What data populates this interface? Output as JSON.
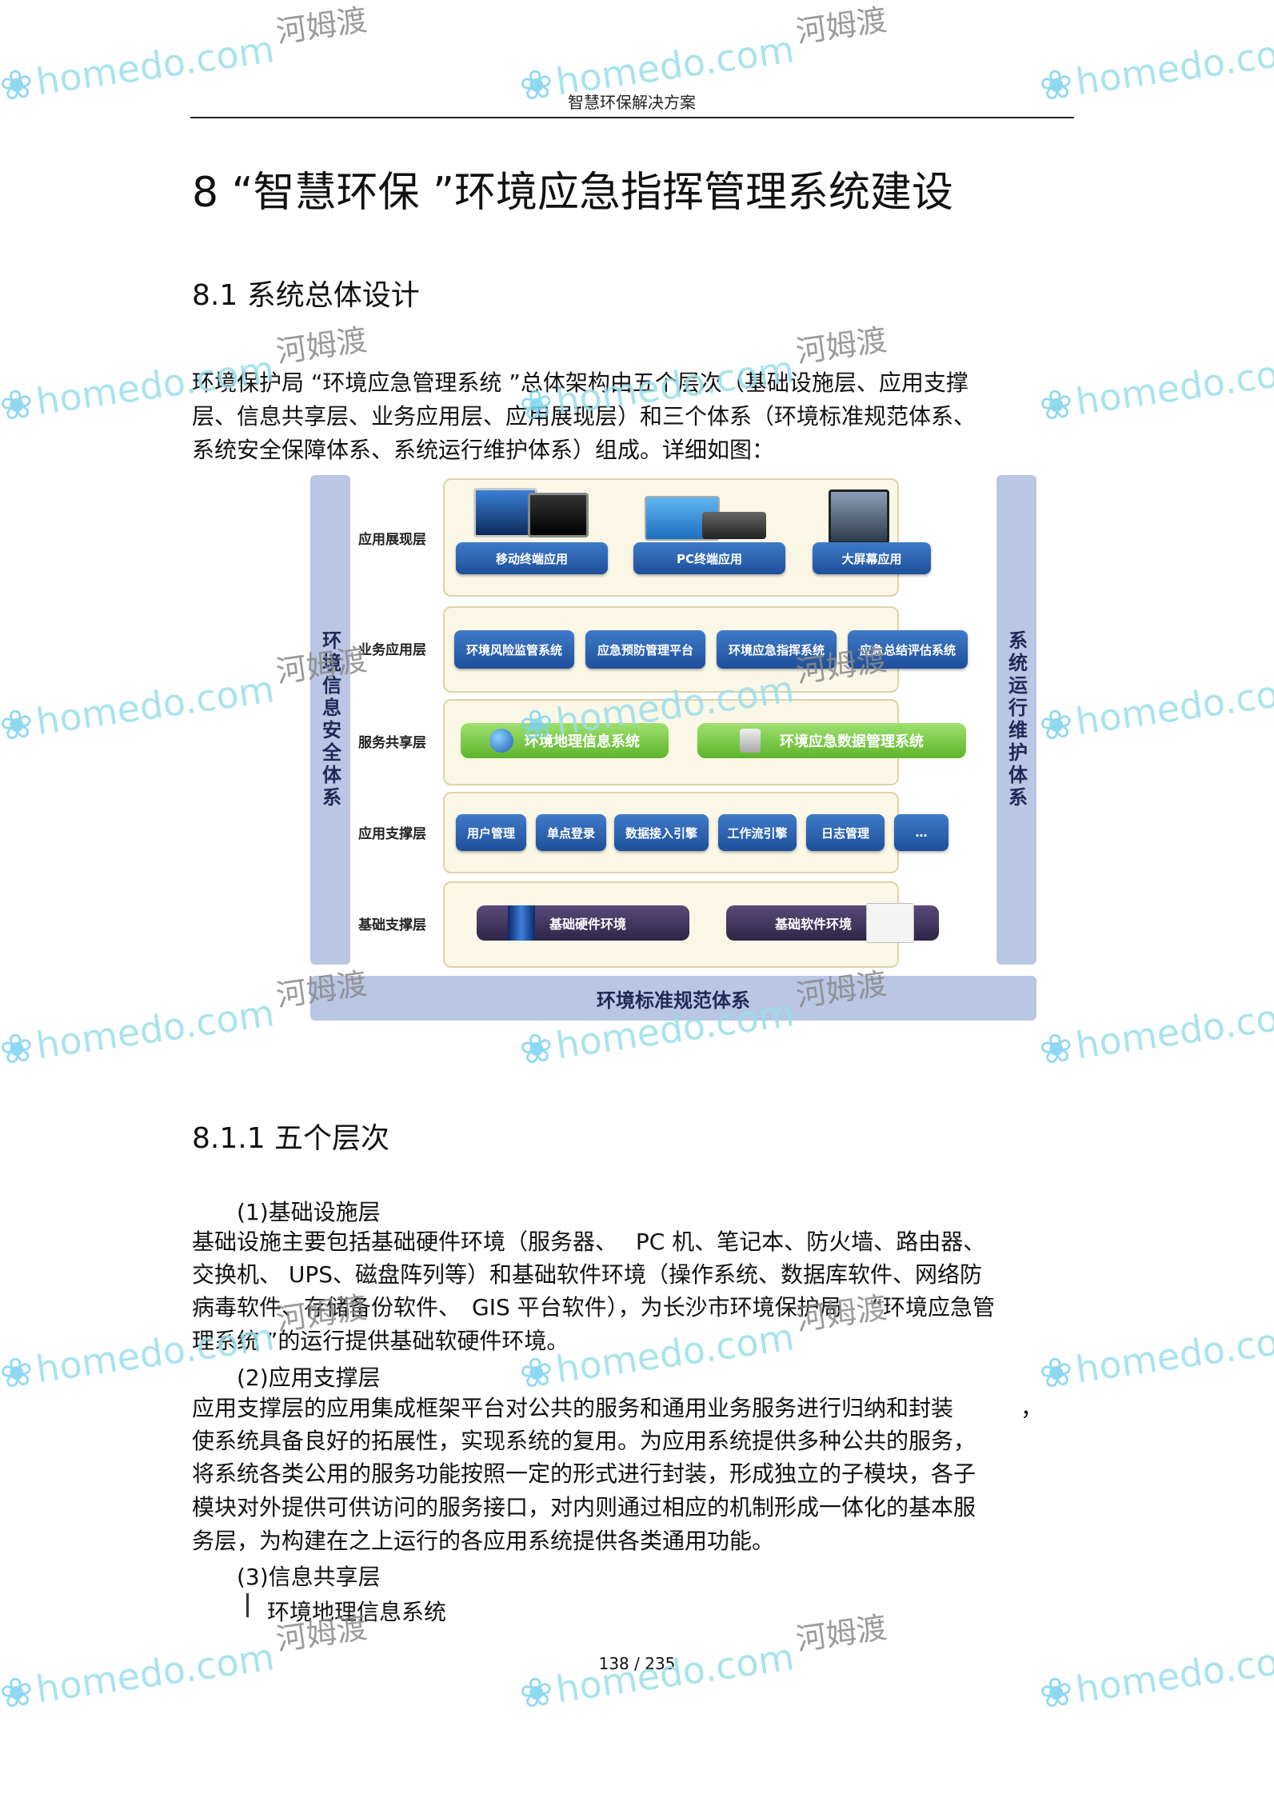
{
  "header": {
    "title": "智慧环保解决方案"
  },
  "heading1": "8 “智慧环保 ”环境应急指挥管理系统建设",
  "heading2": "8.1 系统总体设计",
  "intro": [
    "环境保护局 “环境应急管理系统 ”总体架构由五个层次（基础设施层、应用支撑",
    "层、信息共享层、业务应用层、应用展现层）和三个体系（环境标准规范体系、",
    "系统安全保障体系、系统运行维护体系）组成。详细如图："
  ],
  "diagram": {
    "left_system": "环境信息安全体系",
    "right_system": "系统运行维护体系",
    "bottom_system": "环境标准规范体系",
    "layers": {
      "presentation": {
        "name": "应用展现层",
        "items": [
          "移动终端应用",
          "PC终端应用",
          "大屏幕应用"
        ]
      },
      "business": {
        "name": "业务应用层",
        "items": [
          "环境风险监管系统",
          "应急预防管理平台",
          "环境应急指挥系统",
          "应急总结评估系统"
        ]
      },
      "sharing": {
        "name": "服务共享层",
        "items": [
          "环境地理信息系统",
          "环境应急数据管理系统"
        ]
      },
      "support": {
        "name": "应用支撑层",
        "items": [
          "用户管理",
          "单点登录",
          "数据接入引擎",
          "工作流引擎",
          "日志管理",
          "…"
        ]
      },
      "foundation": {
        "name": "基础支撑层",
        "items": [
          "基础硬件环境",
          "基础软件环境"
        ]
      }
    }
  },
  "heading3": "8.1.1 五个层次",
  "sections": {
    "s1_title": "(1)基础设施层",
    "s1_text": [
      "基础设施主要包括基础硬件环境（服务器、　 PC 机、笔记本、防火墙、路由器、",
      "交换机、 UPS、磁盘阵列等）和基础软件环境（操作系统、数据库软件、网络防",
      "病毒软件、存储备份软件、　GIS 平台软件），为长沙市环境保护局　 “环境应急管",
      "理系统 ”的运行提供基础软硬件环境。"
    ],
    "s2_title": "(2)应用支撑层",
    "s2_text": [
      "应用支撑层的应用集成框架平台对公共的服务和通用业务服务进行归纳和封装　　　，",
      "使系统具备良好的拓展性，实现系统的复用。为应用系统提供多种公共的服务，",
      "将系统各类公用的服务功能按照一定的形式进行封装，形成独立的子模块，各子",
      "模块对外提供可供访问的服务接口，对内则通过相应的机制形成一体化的基本服",
      "务层，为构建在之上运行的各应用系统提供各类通用功能。"
    ],
    "s3_title": "(3)信息共享层",
    "s3_bullet": "环境地理信息系统"
  },
  "page_number": "138 / 235",
  "watermark": {
    "brand": "homedo.com",
    "han": "河姆渡"
  }
}
